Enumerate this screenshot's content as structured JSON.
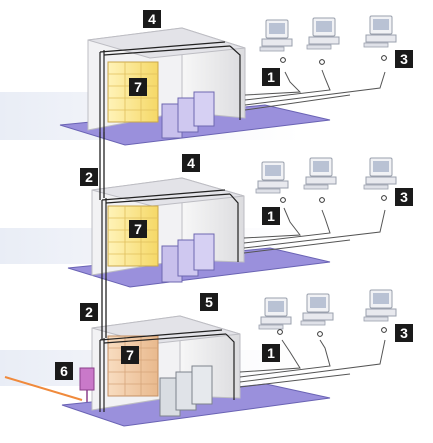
{
  "diagram": {
    "badges": {
      "floor1_top": "4",
      "floor1_cabinet": "7",
      "floor1_workstation_left": "1",
      "floor1_workstation_right": "3",
      "riser_upper": "2",
      "floor2_top": "4",
      "floor2_cabinet": "7",
      "floor2_workstation_left": "1",
      "floor2_workstation_right": "3",
      "riser_lower": "2",
      "floor3_top": "5",
      "floor3_cabinet": "7",
      "floor3_workstation_left": "1",
      "floor3_workstation_right": "3",
      "entrance": "6"
    },
    "colors": {
      "floor_plate": "#8f86d6",
      "floor_plate_edge": "#6a63b4",
      "wall_panel": "#f2f2f2",
      "wall_shade": "#d8d8dc",
      "cabinet": "#ffe98a",
      "cabinet_bottom_floor": "#f2c9a0",
      "server_rack": "#c8c0ec",
      "server_rack_grey": "#d9dde2",
      "cable": "#222222",
      "entrance_line": "#f08a3c",
      "badge_bg": "#1a1a1a",
      "badge_text": "#ffffff"
    },
    "icons": {
      "workstation": "desktop-computer-icon",
      "wall_outlet": "outlet-icon"
    }
  }
}
